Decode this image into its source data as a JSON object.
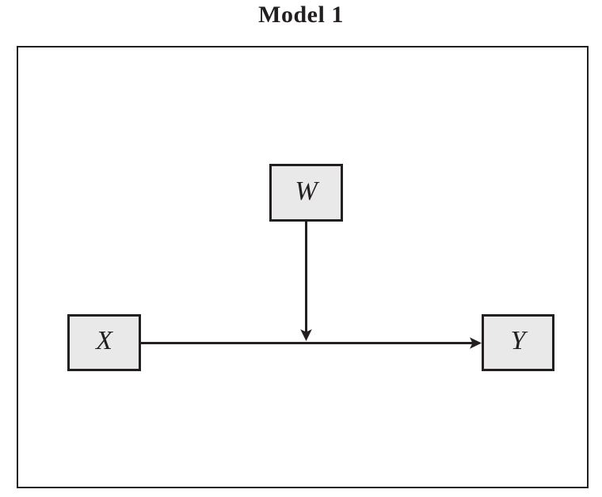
{
  "title": "Model 1",
  "diagram": {
    "kind": "conceptual-moderation-path-diagram",
    "nodes": [
      {
        "id": "w",
        "label": "W",
        "role": "moderator-top-center"
      },
      {
        "id": "x",
        "label": "X",
        "role": "antecedent-left"
      },
      {
        "id": "y",
        "label": "Y",
        "role": "consequent-right"
      }
    ],
    "edges": [
      {
        "from": "X",
        "to": "Y",
        "style": "straight-arrow"
      },
      {
        "from": "W",
        "to": "X-to-Y-path",
        "style": "straight-arrow-down"
      }
    ],
    "colors": {
      "line": "#231f20",
      "node_fill": "#e9e9e9",
      "background": "#ffffff"
    }
  }
}
